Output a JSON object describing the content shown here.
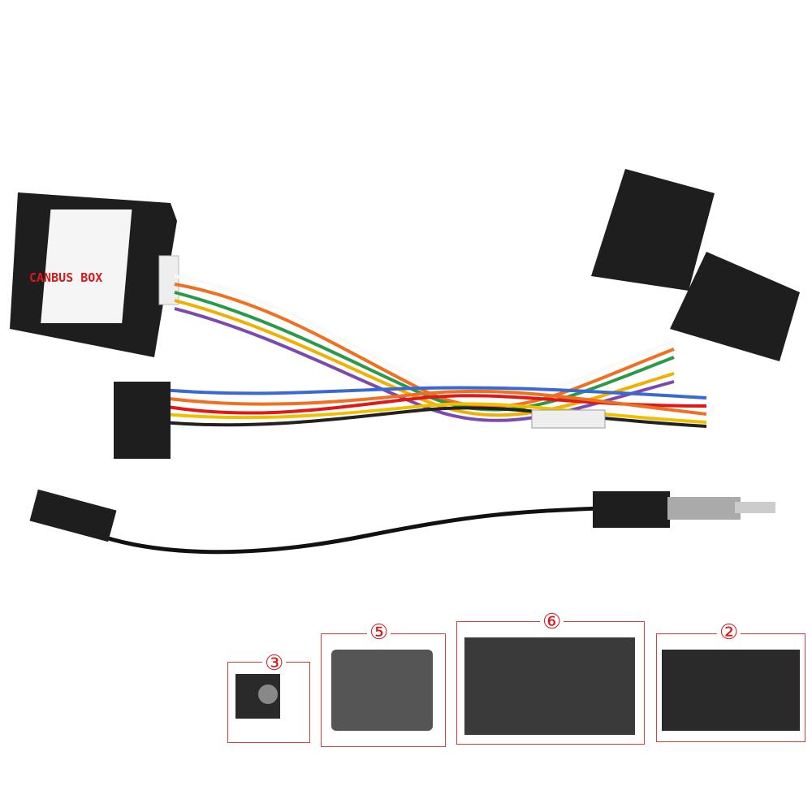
{
  "product_label": "CANBUS BOX",
  "connector_labels": [
    "③",
    "⑤",
    "⑥",
    "②"
  ],
  "colors": {
    "label_red": "#d8191c",
    "plastic": "#1e1e1e"
  }
}
